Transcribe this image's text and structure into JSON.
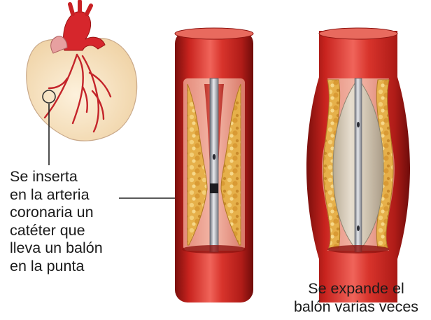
{
  "caption_left": {
    "lines": [
      "Se inserta",
      "en la arteria",
      "coronaria un",
      "catéter que",
      "lleva un balón",
      "en la punta"
    ]
  },
  "caption_right": {
    "lines": [
      "Se expande el",
      "balón varias veces"
    ]
  },
  "colors": {
    "artery_red": "#c8231e",
    "artery_dark": "#8e1410",
    "plaque_yellow": "#e8b44a",
    "heart_skin": "#f9e6c8",
    "aorta_red": "#d6262c",
    "catheter_gray": "#a8aab0",
    "balloon_gray": "#d8d2c4"
  }
}
